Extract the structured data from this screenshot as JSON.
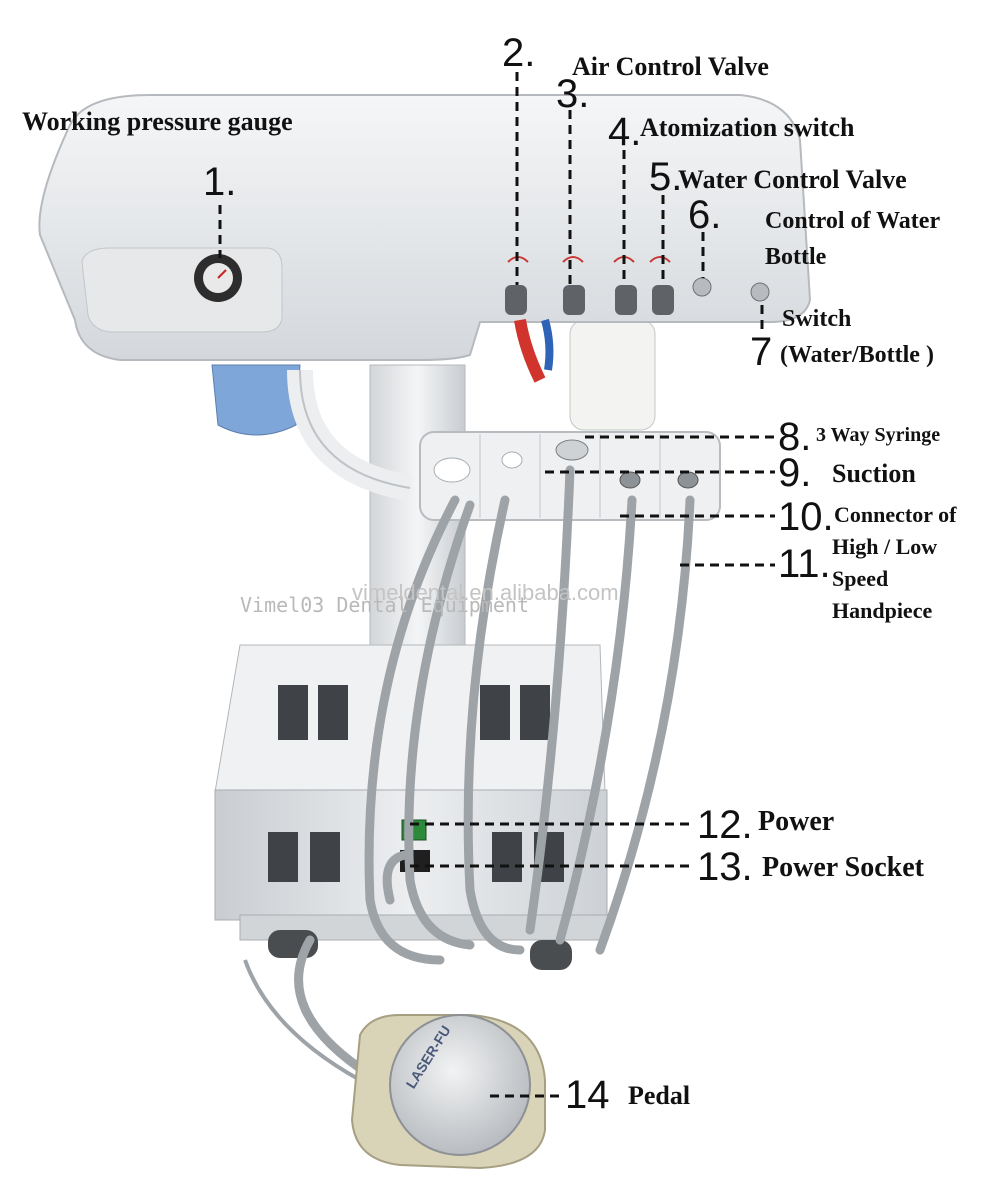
{
  "callouts": {
    "c1": {
      "num": "1.",
      "label": "Working pressure gauge"
    },
    "c2": {
      "num": "2.",
      "label": "Air Control Valve"
    },
    "c3": {
      "num": "3."
    },
    "c4": {
      "num": "4.",
      "label": "Atomization switch"
    },
    "c5": {
      "num": "5.",
      "label": "Water Control Valve"
    },
    "c6": {
      "num": "6.",
      "label_line1": "Control of Water",
      "label_line2": "Bottle"
    },
    "c7": {
      "num": "7",
      "label_line1": "Switch",
      "label_line2": "(Water/Bottle )"
    },
    "c8": {
      "num": "8.",
      "label": "3 Way Syringe"
    },
    "c9": {
      "num": "9.",
      "label": "Suction"
    },
    "c10": {
      "num": "10.",
      "label": "Connector of"
    },
    "c11": {
      "num": "11.",
      "label_line1": "High / Low",
      "label_line2": "Speed",
      "label_line3": "Handpiece"
    },
    "c12": {
      "num": "12.",
      "label": "Power"
    },
    "c13": {
      "num": "13.",
      "label": "Power Socket"
    },
    "c14": {
      "num": "14",
      "label": "Pedal"
    }
  },
  "watermarks": {
    "main": "Vimel03 Dental Equipment",
    "site": "vimeldental.en.alibaba.com"
  },
  "pedal_text": "LASER-FU",
  "colors": {
    "metal": "#dfe2e6",
    "tray": "#eef0f2",
    "hose": "#9ea3a8",
    "red_hose": "#d0342c",
    "blue_hose": "#2f63b8",
    "bottle_blue": "#7fa6d8"
  }
}
